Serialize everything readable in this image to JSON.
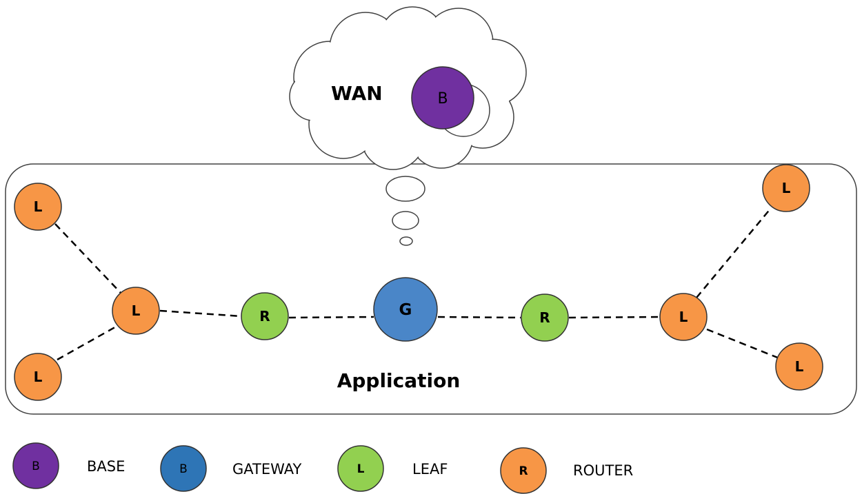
{
  "cloud": {
    "label": "WAN",
    "node_letter": "B"
  },
  "application_label": "Application",
  "gateway": {
    "letter": "G"
  },
  "routers": [
    {
      "letter": "R"
    },
    {
      "letter": "R"
    }
  ],
  "leaves_left": [
    {
      "letter": "L"
    },
    {
      "letter": "L"
    },
    {
      "letter": "L"
    }
  ],
  "leaves_right": [
    {
      "letter": "L"
    },
    {
      "letter": "L"
    },
    {
      "letter": "L"
    }
  ],
  "colors": {
    "base": "#7030a0",
    "gateway": "#4a86c8",
    "leaf": "#92d050",
    "router": "#f79646"
  },
  "legend": [
    {
      "letter": "B",
      "label": "BASE"
    },
    {
      "letter": "B",
      "label": "GATEWAY"
    },
    {
      "letter": "L",
      "label": "LEAF"
    },
    {
      "letter": "R",
      "label": "ROUTER"
    }
  ]
}
